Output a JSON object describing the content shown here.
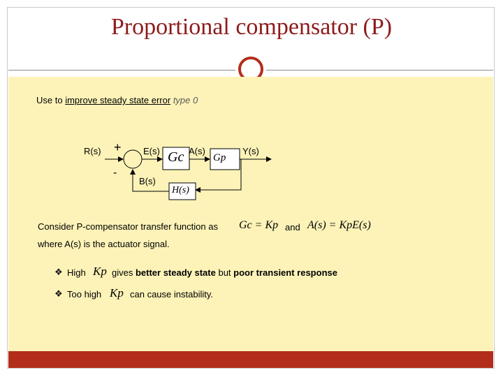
{
  "slide": {
    "title": "Proportional compensator (P)",
    "intro": {
      "prefix": "Use to ",
      "underlined": "improve steady state error",
      "suffix": " type 0"
    }
  },
  "diagram": {
    "input_label": "R(s)",
    "plus_sign": "+",
    "minus_sign": "-",
    "error_label": "E(s)",
    "actuator_label": "A(s)",
    "output_label": "Y(s)",
    "feedback_label": "B(s)",
    "compensator_block": "Gc",
    "plant_block": "Gp",
    "feedback_block": "H(s)"
  },
  "body": {
    "consider_text": "Consider P-compensator transfer function as",
    "equation_gc": "Gc = Kp",
    "and_text": "and",
    "equation_as": "A(s) = KpE(s)",
    "where_text": "where A(s) is the actuator signal.",
    "bullets": [
      {
        "lead": "High",
        "symbol": "Kp",
        "text_a": "gives ",
        "bold_a": "better steady state",
        "text_b": " but ",
        "bold_b": "poor transient response"
      },
      {
        "lead": "Too high",
        "symbol": "Kp",
        "text_a": "can cause instability."
      }
    ]
  },
  "colors": {
    "title": "#8e1b1b",
    "accent": "#b22e1b",
    "content_bg": "#fdf3b8"
  },
  "icons": {
    "bullet": "diamond-bullet-icon"
  }
}
